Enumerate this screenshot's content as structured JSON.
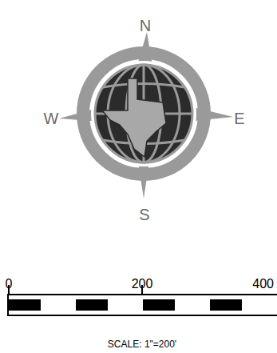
{
  "diagram": {
    "labels": [
      "N",
      "W",
      "E",
      "S",
      "0",
      "200",
      "400",
      "SCALE: 1\"=200'"
    ]
  }
}
